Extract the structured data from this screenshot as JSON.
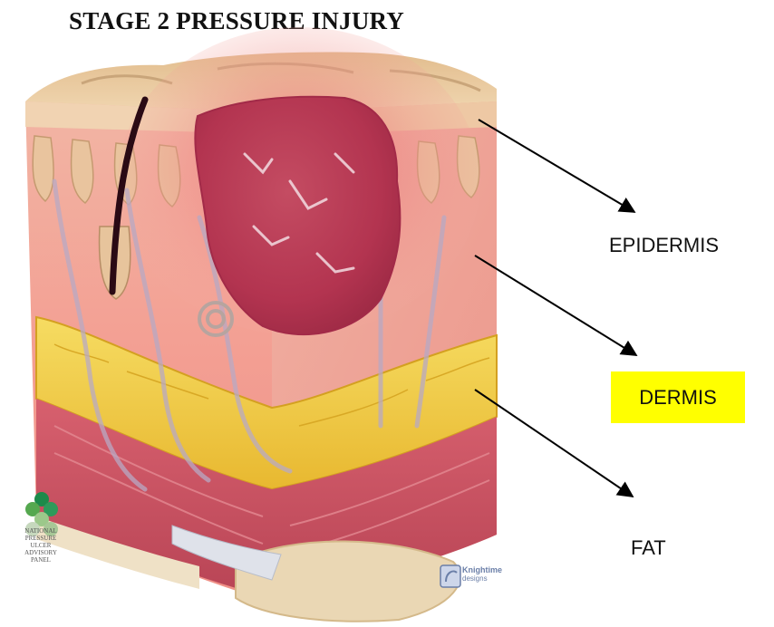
{
  "title": "STAGE 2 PRESSURE INJURY",
  "labels": {
    "epidermis": "EPIDERMIS",
    "dermis": "DERMIS",
    "fat": "FAT"
  },
  "colors": {
    "dermis_highlight": "#ffff00",
    "skin_surface": "#e8c89a",
    "dermis": "#f0a49c",
    "wound": "#b83a55",
    "fat": "#f2cf44",
    "muscle": "#c8505f",
    "arrow": "#000000"
  },
  "logos": {
    "npuap": "NATIONAL PRESSURE ULCER ADVISORY PANEL",
    "knightime_1": "Knightime",
    "knightime_2": "designs"
  }
}
